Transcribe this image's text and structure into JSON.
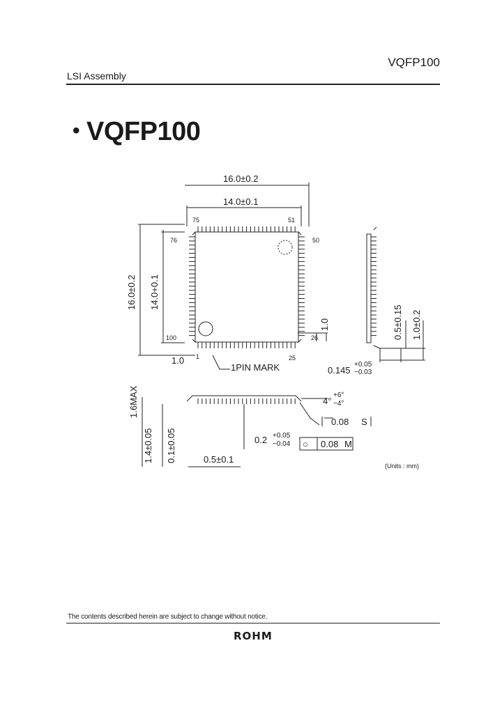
{
  "header": {
    "category": "LSI Assembly",
    "part": "VQFP100"
  },
  "title": {
    "bullet": "•",
    "text": "VQFP100"
  },
  "drawing": {
    "top_view": {
      "dim_outer_h": "16.0±0.2",
      "dim_inner_h": "14.0±0.1",
      "dim_outer_v": "16.0±0.2",
      "dim_inner_v": "14.0+0.1",
      "pin_75": "75",
      "pin_51": "51",
      "pin_50": "50",
      "pin_76": "76",
      "pin_100": "100",
      "pin_26": "26",
      "pin_1": "1",
      "pin_25": "25",
      "dim_1_0_left": "1.0",
      "dim_1_0_right": "1.0",
      "pin_mark_label": "1PIN MARK"
    },
    "side_view": {
      "dim_lead_w": "0.5±0.15",
      "dim_standoff": "1.0±0.2",
      "dim_thick_main": "0.145",
      "dim_thick_plus": "+0.05",
      "dim_thick_minus": "−0.03"
    },
    "front_view": {
      "dim_max_h": "1.6MAX",
      "dim_body_h": "1.4±0.05",
      "dim_gap": "0.1±0.05",
      "dim_pitch": "0.5±0.1",
      "dim_lead_main": "0.2",
      "dim_lead_plus": "+0.05",
      "dim_lead_minus": "−0.04",
      "angle_main": "4°",
      "angle_plus": "+6°",
      "angle_minus": "−4°",
      "flatness_value": "0.08",
      "flatness_ref": "S",
      "position_symbol": "○",
      "position_value": "0.08",
      "position_ref": "M"
    },
    "units": "(Units : mm)"
  },
  "footer": {
    "notice": "The contents described herein are subject to change without notice.",
    "brand": "ROHM"
  }
}
